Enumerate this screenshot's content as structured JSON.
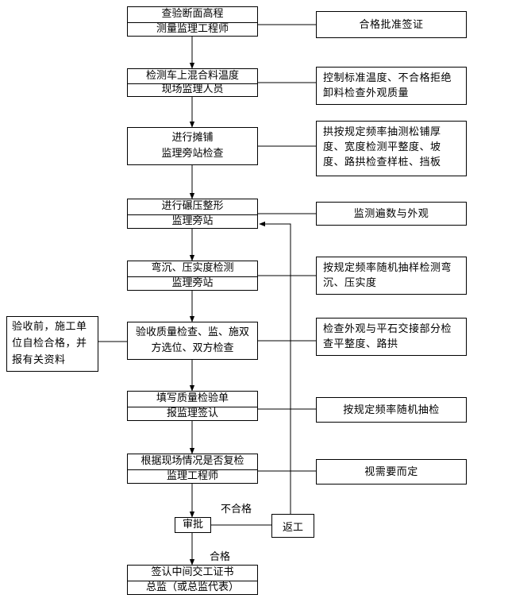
{
  "steps": [
    {
      "line1": "查验断面高程",
      "line2": "测量监理工程师"
    },
    {
      "line1": "检测车上混合料温度",
      "line2": "现场监理人员"
    },
    {
      "line1": "进行摊铺",
      "line2": "监理旁站检查"
    },
    {
      "line1": "进行碾压整形",
      "line2": "监理旁站"
    },
    {
      "line1": "弯沉、压实度检测",
      "line2": "监理旁站"
    },
    {
      "line1": "验收质量检查、监、施双",
      "line2": "方选位、双方检查"
    },
    {
      "line1": "填写质量检验单",
      "line2": "报监理签认"
    },
    {
      "line1": "根据现场情况是否复检",
      "line2": "监理工程师"
    },
    {
      "line1": "签认中间交工证书",
      "line2": "总监（或总监代表）"
    }
  ],
  "notes": [
    "合格批准签证",
    "控制标准温度、不合格拒绝卸料检查外观质量",
    "拱按规定频率抽测松铺厚度、宽度检测平整度、坡度、路拱检查样桩、挡板",
    "监测遍数与外观",
    "按规定频率随机抽样检测弯沉、压实度",
    "检查外观与平石交接部分检查平整度、路拱",
    "按规定频率随机抽检",
    "视需要而定"
  ],
  "left_note": "验收前，施工单位自检合格，并报有关资料",
  "approval": "审批",
  "rework": "返工",
  "label_fail": "不合格",
  "label_pass": "合格"
}
